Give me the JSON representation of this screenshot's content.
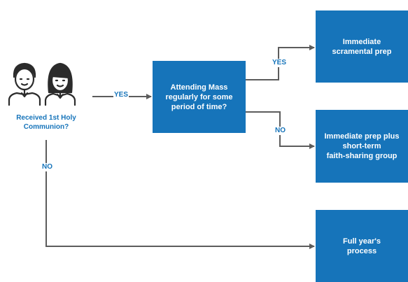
{
  "start_label": "Received 1st Holy\nCommunion?",
  "question_box": "Attending Mass\nregularly for some\nperiod of time?",
  "outcomes": {
    "prep": "Immediate\nscramental prep",
    "group": "Immediate prep plus\nshort-term\nfaith-sharing group",
    "full": "Full year's\nprocess"
  },
  "edge_labels": {
    "communion_yes": "YES",
    "mass_yes": "YES",
    "mass_no": "NO",
    "communion_no": "NO"
  },
  "colors": {
    "box": "#1674ba",
    "label": "#1674ba",
    "line": "#5c5c5c",
    "icon_line": "#2b2b2b"
  },
  "icons": {
    "start": "people-icon"
  }
}
